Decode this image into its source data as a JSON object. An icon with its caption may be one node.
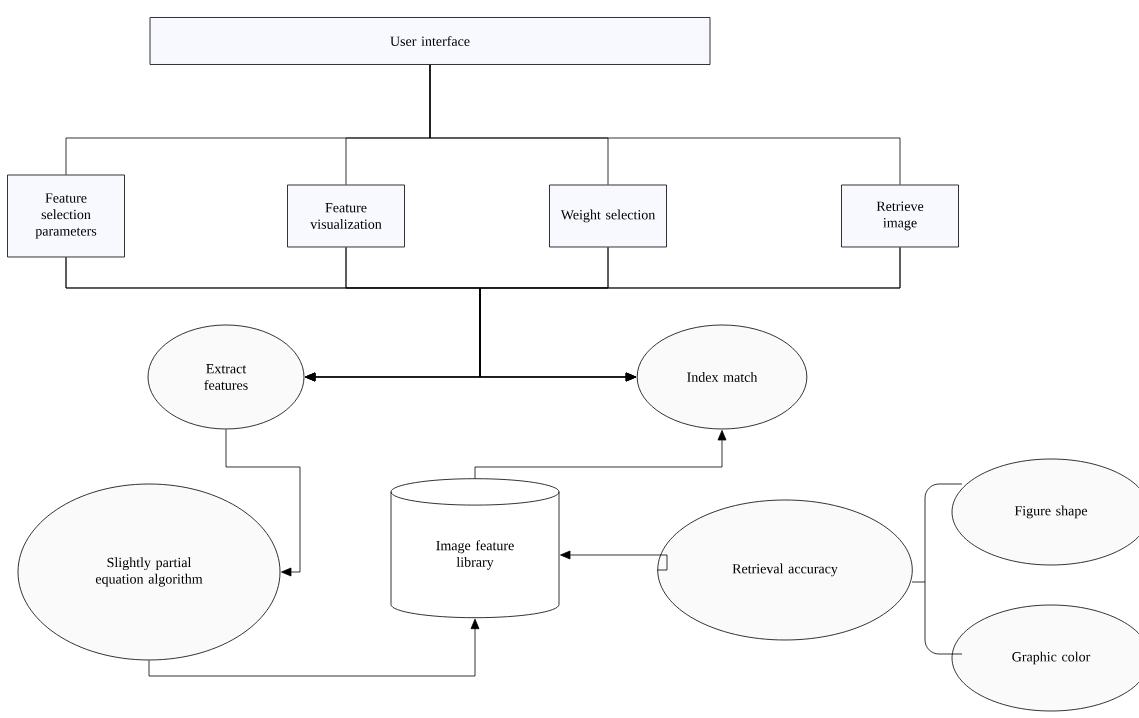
{
  "diagram": {
    "nodes": [
      {
        "text": [
          "User interface"
        ]
      },
      {
        "text": [
          "Feature selection parameters"
        ]
      },
      {
        "text": [
          "Feature visualization"
        ]
      },
      {
        "text": [
          "Weight selection"
        ]
      },
      {
        "text": [
          "Retrieve image"
        ]
      },
      {
        "text": [
          "Extract features"
        ]
      },
      {
        "text": [
          "Index match"
        ]
      },
      {
        "text": [
          "Slightly partial equation algorithm"
        ]
      },
      {
        "text": [
          "Image feature library"
        ]
      },
      {
        "text": [
          "Retrieval accuracy"
        ]
      },
      {
        "text": [
          "Figure shape"
        ]
      },
      {
        "text": [
          "Graphic color"
        ]
      }
    ],
    "edges": [
      {
        "from": 0,
        "to": 1,
        "arrow": "none"
      },
      {
        "from": 0,
        "to": 2,
        "arrow": "none"
      },
      {
        "from": 0,
        "to": 3,
        "arrow": "none"
      },
      {
        "from": 0,
        "to": 4,
        "arrow": "none"
      },
      {
        "from": 1,
        "to": 5,
        "arrow": "to"
      },
      {
        "from": 2,
        "to": 5,
        "arrow": "to"
      },
      {
        "from": 3,
        "to": 5,
        "arrow": "to"
      },
      {
        "from": 4,
        "to": 5,
        "arrow": "to"
      },
      {
        "from": 1,
        "to": 6,
        "arrow": "to"
      },
      {
        "from": 2,
        "to": 6,
        "arrow": "to"
      },
      {
        "from": 3,
        "to": 6,
        "arrow": "to"
      },
      {
        "from": 4,
        "to": 6,
        "arrow": "to"
      },
      {
        "from": 5,
        "to": 7,
        "arrow": "to"
      },
      {
        "from": 8,
        "to": 6,
        "arrow": "to"
      },
      {
        "from": 7,
        "to": 8,
        "arrow": "to"
      },
      {
        "from": 9,
        "to": 8,
        "arrow": "to"
      }
    ]
  }
}
